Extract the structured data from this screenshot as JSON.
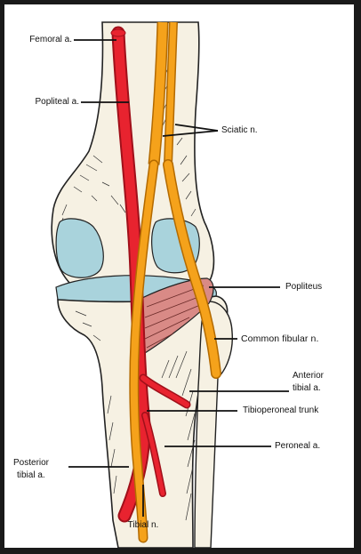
{
  "diagram": {
    "labels": {
      "femoral": "Femoral a.",
      "popliteal": "Popliteal a.",
      "sciatic": "Sciatic n.",
      "popliteus": "Popliteus",
      "common_fibular": "Common fibular n.",
      "anterior_tibial_1": "Anterior",
      "anterior_tibial_2": "tibial a.",
      "tibioperoneal": "Tibioperoneal trunk",
      "peroneal": "Peroneal a.",
      "posterior_tibial_1": "Posterior",
      "posterior_tibial_2": "tibial a.",
      "tibial_nerve": "Tibial n."
    },
    "colors": {
      "artery": "#e8232f",
      "artery_dark": "#a0101a",
      "nerve": "#f5a21b",
      "nerve_dark": "#b36a00",
      "bone": "#f6f1e3",
      "cartilage": "#a9d3dc",
      "muscle": "#d98a86",
      "ink": "#222222",
      "frame": "#1a1a1a"
    }
  }
}
